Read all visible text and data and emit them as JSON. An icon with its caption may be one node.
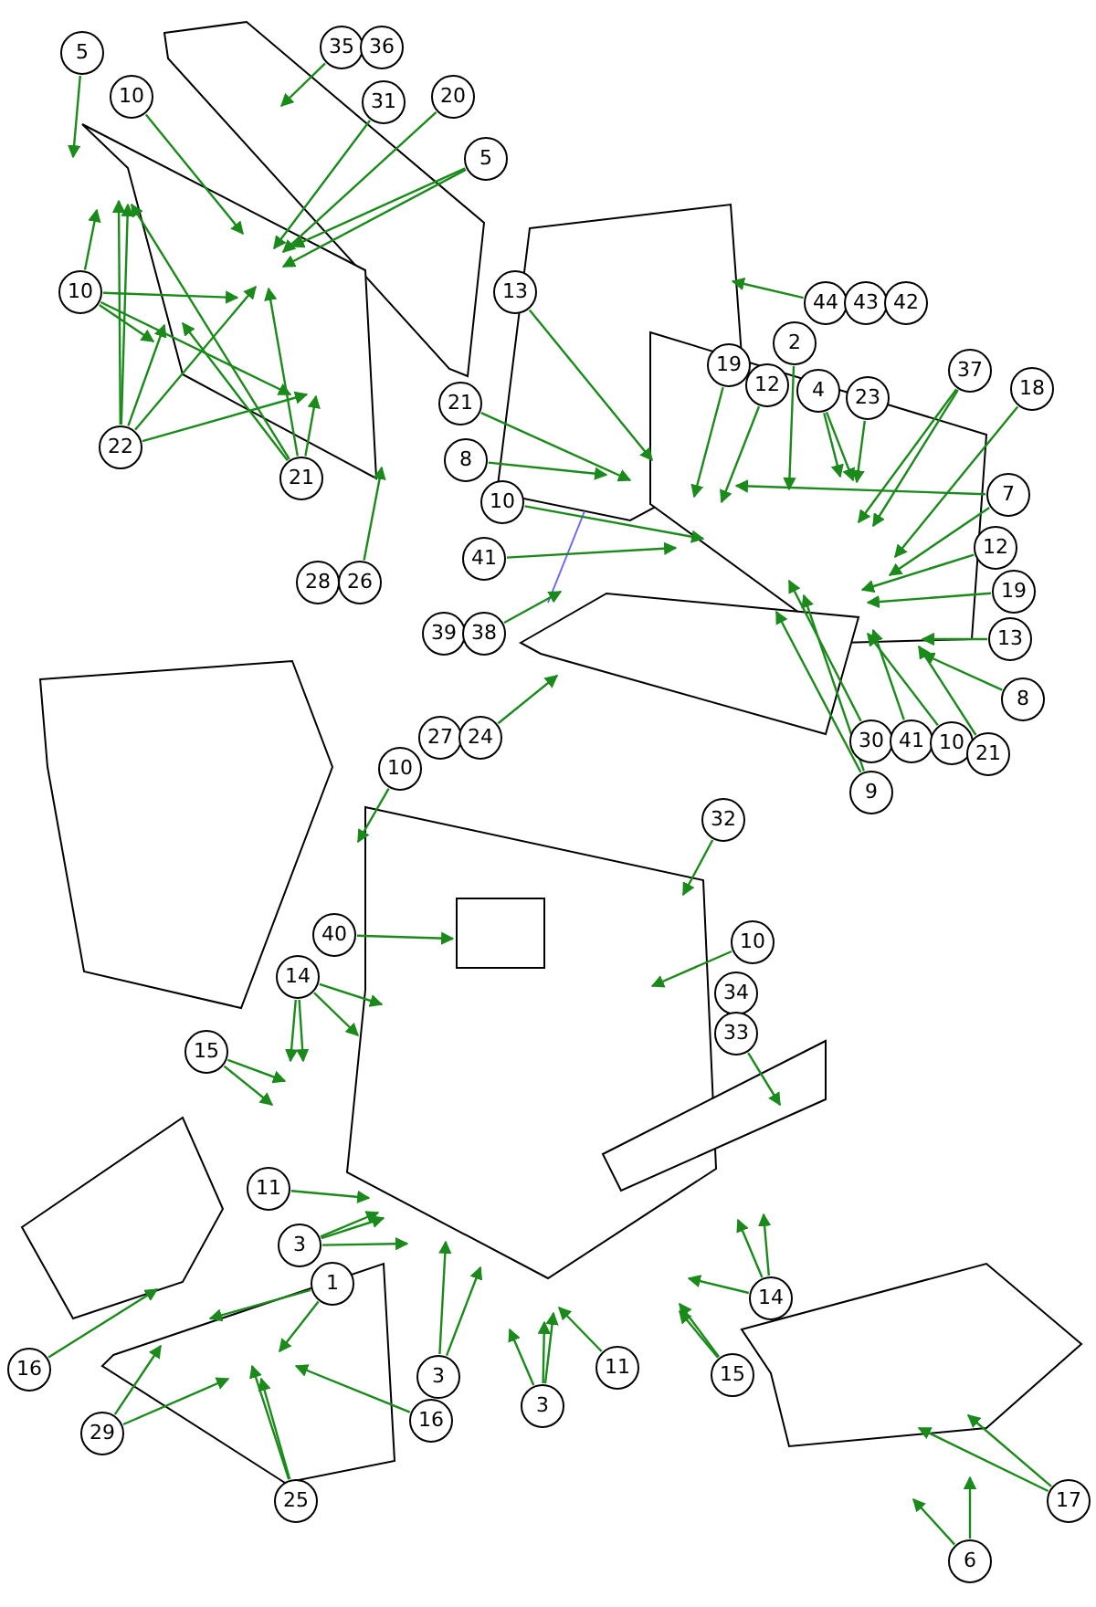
{
  "diagram": {
    "nodes": [
      {
        "text": [
          "5"
        ]
      },
      {
        "text": [
          "35"
        ]
      },
      {
        "text": [
          "36"
        ]
      },
      {
        "text": [
          "10"
        ]
      },
      {
        "text": [
          "31"
        ]
      },
      {
        "text": [
          "20"
        ]
      },
      {
        "text": [
          "5"
        ]
      },
      {
        "text": [
          "10"
        ]
      },
      {
        "text": [
          "22"
        ]
      },
      {
        "text": [
          "21"
        ]
      },
      {
        "text": [
          "28"
        ]
      },
      {
        "text": [
          "26"
        ]
      },
      {
        "text": [
          "13"
        ]
      },
      {
        "text": [
          "44"
        ]
      },
      {
        "text": [
          "43"
        ]
      },
      {
        "text": [
          "42"
        ]
      },
      {
        "text": [
          "21"
        ]
      },
      {
        "text": [
          "8"
        ]
      },
      {
        "text": [
          "10"
        ]
      },
      {
        "text": [
          "41"
        ]
      },
      {
        "text": [
          "19"
        ]
      },
      {
        "text": [
          "12"
        ]
      },
      {
        "text": [
          "2"
        ]
      },
      {
        "text": [
          "4"
        ]
      },
      {
        "text": [
          "23"
        ]
      },
      {
        "text": [
          "37"
        ]
      },
      {
        "text": [
          "18"
        ]
      },
      {
        "text": [
          "7"
        ]
      },
      {
        "text": [
          "12"
        ]
      },
      {
        "text": [
          "19"
        ]
      },
      {
        "text": [
          "13"
        ]
      },
      {
        "text": [
          "8"
        ]
      },
      {
        "text": [
          "39"
        ]
      },
      {
        "text": [
          "38"
        ]
      },
      {
        "text": [
          "27"
        ]
      },
      {
        "text": [
          "24"
        ]
      },
      {
        "text": [
          "30"
        ]
      },
      {
        "text": [
          "41"
        ]
      },
      {
        "text": [
          "10"
        ]
      },
      {
        "text": [
          "21"
        ]
      },
      {
        "text": [
          "9"
        ]
      },
      {
        "text": [
          "10"
        ]
      },
      {
        "text": [
          "32"
        ]
      },
      {
        "text": [
          "40"
        ]
      },
      {
        "text": [
          "10"
        ]
      },
      {
        "text": [
          "34"
        ]
      },
      {
        "text": [
          "33"
        ]
      },
      {
        "text": [
          "14"
        ]
      },
      {
        "text": [
          "15"
        ]
      },
      {
        "text": [
          "11"
        ]
      },
      {
        "text": [
          "3"
        ]
      },
      {
        "text": [
          "1"
        ]
      },
      {
        "text": [
          "16"
        ]
      },
      {
        "text": [
          "29"
        ]
      },
      {
        "text": [
          "25"
        ]
      },
      {
        "text": [
          "16"
        ]
      },
      {
        "text": [
          "3"
        ]
      },
      {
        "text": [
          "3"
        ]
      },
      {
        "text": [
          "11"
        ]
      },
      {
        "text": [
          "14"
        ]
      },
      {
        "text": [
          "15"
        ]
      },
      {
        "text": [
          "17"
        ]
      },
      {
        "text": [
          "6"
        ]
      }
    ],
    "edges": [
      {
        "from": 0,
        "to": null,
        "arrow": "to"
      },
      {
        "from": 1,
        "to": null,
        "arrow": "to"
      },
      {
        "from": 3,
        "to": null,
        "arrow": "to"
      },
      {
        "from": 4,
        "to": null,
        "arrow": "to"
      },
      {
        "from": 5,
        "to": null,
        "arrow": "to"
      },
      {
        "from": 6,
        "to": null,
        "arrow": "to"
      },
      {
        "from": 6,
        "to": null,
        "arrow": "to"
      },
      {
        "from": 7,
        "to": null,
        "arrow": "to"
      },
      {
        "from": 7,
        "to": null,
        "arrow": "to"
      },
      {
        "from": 7,
        "to": null,
        "arrow": "to"
      },
      {
        "from": 7,
        "to": null,
        "arrow": "to"
      },
      {
        "from": 8,
        "to": null,
        "arrow": "to"
      },
      {
        "from": 8,
        "to": null,
        "arrow": "to"
      },
      {
        "from": 8,
        "to": null,
        "arrow": "to"
      },
      {
        "from": 8,
        "to": null,
        "arrow": "to"
      },
      {
        "from": 8,
        "to": null,
        "arrow": "to"
      },
      {
        "from": 9,
        "to": null,
        "arrow": "to"
      },
      {
        "from": 9,
        "to": null,
        "arrow": "to"
      },
      {
        "from": 9,
        "to": null,
        "arrow": "to"
      },
      {
        "from": 9,
        "to": null,
        "arrow": "to"
      },
      {
        "from": 11,
        "to": null,
        "arrow": "to"
      },
      {
        "from": 12,
        "to": null,
        "arrow": "to"
      },
      {
        "from": 13,
        "to": null,
        "arrow": "to"
      },
      {
        "from": 16,
        "to": null,
        "arrow": "to"
      },
      {
        "from": 17,
        "to": null,
        "arrow": "to"
      },
      {
        "from": 18,
        "to": null,
        "arrow": "to"
      },
      {
        "from": 19,
        "to": null,
        "arrow": "to"
      },
      {
        "from": 20,
        "to": null,
        "arrow": "to"
      },
      {
        "from": 21,
        "to": null,
        "arrow": "to"
      },
      {
        "from": 22,
        "to": null,
        "arrow": "to"
      },
      {
        "from": 23,
        "to": null,
        "arrow": "to"
      },
      {
        "from": 23,
        "to": null,
        "arrow": "to"
      },
      {
        "from": 24,
        "to": null,
        "arrow": "to"
      },
      {
        "from": 25,
        "to": null,
        "arrow": "to"
      },
      {
        "from": 25,
        "to": null,
        "arrow": "to"
      },
      {
        "from": 26,
        "to": null,
        "arrow": "to"
      },
      {
        "from": 27,
        "to": null,
        "arrow": "to"
      },
      {
        "from": 27,
        "to": null,
        "arrow": "to"
      },
      {
        "from": 28,
        "to": null,
        "arrow": "to"
      },
      {
        "from": 29,
        "to": null,
        "arrow": "to"
      },
      {
        "from": 30,
        "to": null,
        "arrow": "to"
      },
      {
        "from": 31,
        "to": null,
        "arrow": "to"
      },
      {
        "from": 33,
        "to": null,
        "arrow": "to"
      },
      {
        "from": 35,
        "to": null,
        "arrow": "to"
      },
      {
        "from": 36,
        "to": null,
        "arrow": "to"
      },
      {
        "from": 37,
        "to": null,
        "arrow": "to"
      },
      {
        "from": 38,
        "to": null,
        "arrow": "to"
      },
      {
        "from": 39,
        "to": null,
        "arrow": "to"
      },
      {
        "from": 40,
        "to": null,
        "arrow": "to"
      },
      {
        "from": 40,
        "to": null,
        "arrow": "to"
      },
      {
        "from": 41,
        "to": null,
        "arrow": "to"
      },
      {
        "from": 42,
        "to": null,
        "arrow": "to"
      },
      {
        "from": 43,
        "to": null,
        "arrow": "to"
      },
      {
        "from": 44,
        "to": null,
        "arrow": "to"
      },
      {
        "from": 46,
        "to": null,
        "arrow": "to"
      },
      {
        "from": 47,
        "to": null,
        "arrow": "to"
      },
      {
        "from": 47,
        "to": null,
        "arrow": "to"
      },
      {
        "from": 47,
        "to": null,
        "arrow": "to"
      },
      {
        "from": 47,
        "to": null,
        "arrow": "to"
      },
      {
        "from": 48,
        "to": null,
        "arrow": "to"
      },
      {
        "from": 48,
        "to": null,
        "arrow": "to"
      },
      {
        "from": 49,
        "to": null,
        "arrow": "to"
      },
      {
        "from": 50,
        "to": null,
        "arrow": "to"
      },
      {
        "from": 50,
        "to": null,
        "arrow": "to"
      },
      {
        "from": 50,
        "to": null,
        "arrow": "to"
      },
      {
        "from": 51,
        "to": null,
        "arrow": "to"
      },
      {
        "from": 51,
        "to": null,
        "arrow": "to"
      },
      {
        "from": 52,
        "to": null,
        "arrow": "to"
      },
      {
        "from": 53,
        "to": null,
        "arrow": "to"
      },
      {
        "from": 53,
        "to": null,
        "arrow": "to"
      },
      {
        "from": 54,
        "to": null,
        "arrow": "to"
      },
      {
        "from": 54,
        "to": null,
        "arrow": "to"
      },
      {
        "from": 55,
        "to": null,
        "arrow": "to"
      },
      {
        "from": 56,
        "to": null,
        "arrow": "to"
      },
      {
        "from": 56,
        "to": null,
        "arrow": "to"
      },
      {
        "from": 57,
        "to": null,
        "arrow": "to"
      },
      {
        "from": 57,
        "to": null,
        "arrow": "to"
      },
      {
        "from": 57,
        "to": null,
        "arrow": "to"
      },
      {
        "from": 58,
        "to": null,
        "arrow": "to"
      },
      {
        "from": 59,
        "to": null,
        "arrow": "to"
      },
      {
        "from": 59,
        "to": null,
        "arrow": "to"
      },
      {
        "from": 59,
        "to": null,
        "arrow": "to"
      },
      {
        "from": 60,
        "to": null,
        "arrow": "to"
      },
      {
        "from": 60,
        "to": null,
        "arrow": "to"
      },
      {
        "from": 61,
        "to": null,
        "arrow": "to"
      },
      {
        "from": 61,
        "to": null,
        "arrow": "to"
      },
      {
        "from": 62,
        "to": null,
        "arrow": "to"
      },
      {
        "from": 62,
        "to": null,
        "arrow": "to"
      }
    ]
  }
}
